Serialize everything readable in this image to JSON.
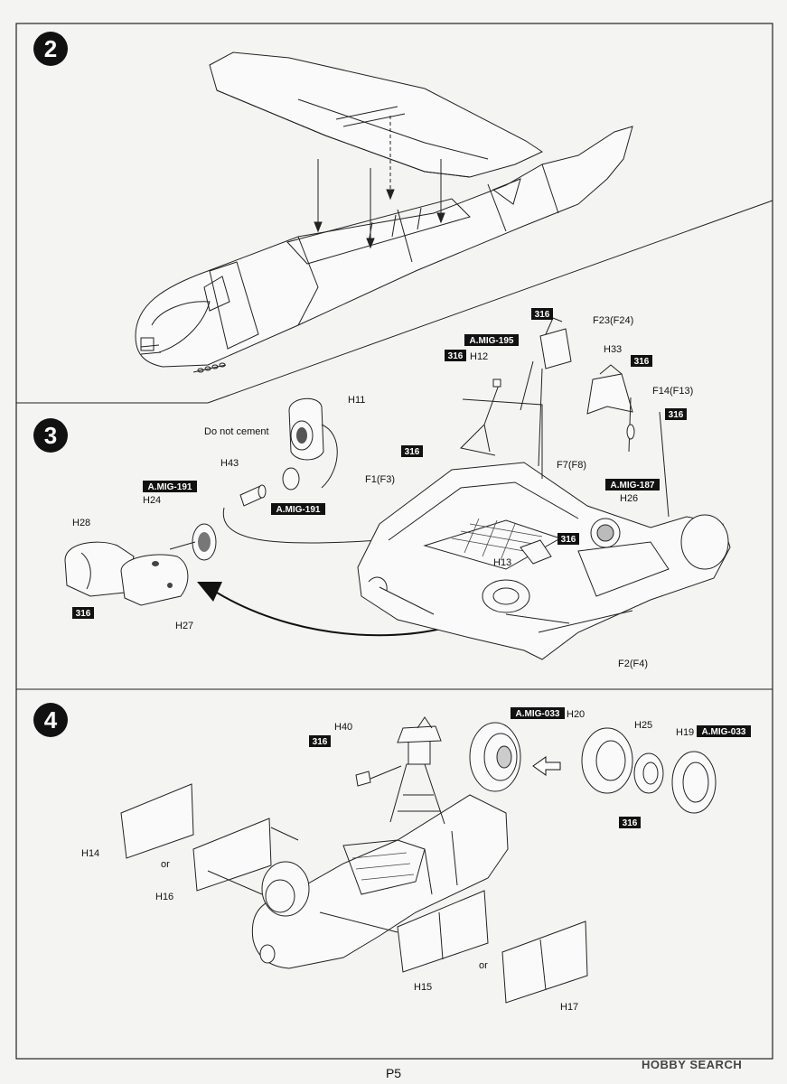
{
  "page": {
    "number": "P5"
  },
  "watermark": {
    "text": "HOBBY SEARCH"
  },
  "steps": [
    {
      "number": "2"
    },
    {
      "number": "3"
    },
    {
      "number": "4"
    }
  ],
  "step3": {
    "labels": {
      "h11": "H11",
      "do_not_cement": "Do not cement",
      "h43": "H43",
      "mig191_a": "A.MIG-191",
      "h24": "H24",
      "mig191_b": "A.MIG-191",
      "h28": "H28",
      "tag316_h28": "316",
      "h27": "H27",
      "tag316_f23": "316",
      "f23": "F23(F24)",
      "mig195": "A.MIG-195",
      "tag316_h12": "316",
      "h12": "H12",
      "h33": "H33",
      "tag316_h33": "316",
      "f14": "F14(F13)",
      "tag316_f14": "316",
      "tag316_floor": "316",
      "f1": "F1(F3)",
      "f7": "F7(F8)",
      "mig187": "A.MIG-187",
      "h26": "H26",
      "tag316_mid": "316",
      "h13": "H13",
      "f2": "F2(F4)"
    }
  },
  "step4": {
    "labels": {
      "mig033_a": "A.MIG-033",
      "h20": "H20",
      "h25": "H25",
      "h19": "H19",
      "mig033_b": "A.MIG-033",
      "h40": "H40",
      "tag316_h40": "316",
      "tag316_h25": "316",
      "h14": "H14",
      "or1": "or",
      "h16": "H16",
      "h15": "H15",
      "or2": "or",
      "h17": "H17"
    }
  }
}
